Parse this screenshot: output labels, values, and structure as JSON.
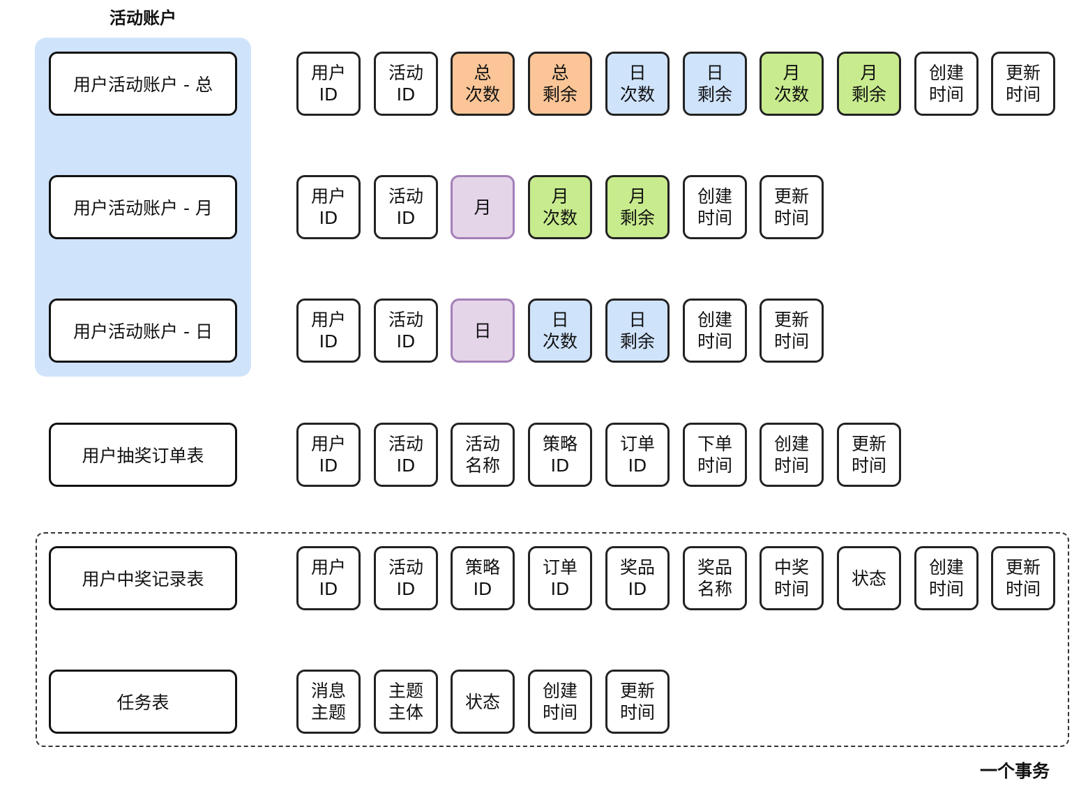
{
  "group_title": "活动账户",
  "transaction_label": "一个事务",
  "colors": {
    "orange": "#fbc597",
    "blue": "#cfe3fb",
    "green": "#c8eb8e",
    "purple": "#e4d5e9"
  },
  "rows": [
    {
      "name": "用户活动账户 - 总",
      "fields": [
        {
          "label": "用户\nID",
          "color": ""
        },
        {
          "label": "活动\nID",
          "color": ""
        },
        {
          "label": "总\n次数",
          "color": "orange"
        },
        {
          "label": "总\n剩余",
          "color": "orange"
        },
        {
          "label": "日\n次数",
          "color": "blue"
        },
        {
          "label": "日\n剩余",
          "color": "blue"
        },
        {
          "label": "月\n次数",
          "color": "green"
        },
        {
          "label": "月\n剩余",
          "color": "green"
        },
        {
          "label": "创建\n时间",
          "color": ""
        },
        {
          "label": "更新\n时间",
          "color": ""
        }
      ]
    },
    {
      "name": "用户活动账户 - 月",
      "fields": [
        {
          "label": "用户\nID",
          "color": ""
        },
        {
          "label": "活动\nID",
          "color": ""
        },
        {
          "label": "月",
          "color": "purple"
        },
        {
          "label": "月\n次数",
          "color": "green"
        },
        {
          "label": "月\n剩余",
          "color": "green"
        },
        {
          "label": "创建\n时间",
          "color": ""
        },
        {
          "label": "更新\n时间",
          "color": ""
        }
      ]
    },
    {
      "name": "用户活动账户 - 日",
      "fields": [
        {
          "label": "用户\nID",
          "color": ""
        },
        {
          "label": "活动\nID",
          "color": ""
        },
        {
          "label": "日",
          "color": "purple"
        },
        {
          "label": "日\n次数",
          "color": "blue"
        },
        {
          "label": "日\n剩余",
          "color": "blue"
        },
        {
          "label": "创建\n时间",
          "color": ""
        },
        {
          "label": "更新\n时间",
          "color": ""
        }
      ]
    },
    {
      "name": "用户抽奖订单表",
      "fields": [
        {
          "label": "用户\nID",
          "color": ""
        },
        {
          "label": "活动\nID",
          "color": ""
        },
        {
          "label": "活动\n名称",
          "color": ""
        },
        {
          "label": "策略\nID",
          "color": ""
        },
        {
          "label": "订单\nID",
          "color": ""
        },
        {
          "label": "下单\n时间",
          "color": ""
        },
        {
          "label": "创建\n时间",
          "color": ""
        },
        {
          "label": "更新\n时间",
          "color": ""
        }
      ]
    },
    {
      "name": "用户中奖记录表",
      "fields": [
        {
          "label": "用户\nID",
          "color": ""
        },
        {
          "label": "活动\nID",
          "color": ""
        },
        {
          "label": "策略\nID",
          "color": ""
        },
        {
          "label": "订单\nID",
          "color": ""
        },
        {
          "label": "奖品\nID",
          "color": ""
        },
        {
          "label": "奖品\n名称",
          "color": ""
        },
        {
          "label": "中奖\n时间",
          "color": ""
        },
        {
          "label": "状态",
          "color": ""
        },
        {
          "label": "创建\n时间",
          "color": ""
        },
        {
          "label": "更新\n时间",
          "color": ""
        }
      ]
    },
    {
      "name": "任务表",
      "fields": [
        {
          "label": "消息\n主题",
          "color": ""
        },
        {
          "label": "主题\n主体",
          "color": ""
        },
        {
          "label": "状态",
          "color": ""
        },
        {
          "label": "创建\n时间",
          "color": ""
        },
        {
          "label": "更新\n时间",
          "color": ""
        }
      ]
    }
  ]
}
